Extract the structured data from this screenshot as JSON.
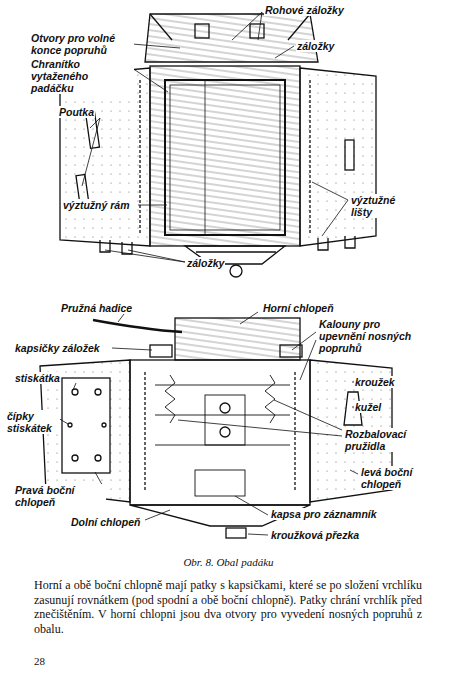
{
  "diagram": {
    "caption": "Obr. 8. Obal padáku",
    "labels": [
      "Rohové záložky",
      "Otvory pro volné konce popruhů",
      "záložky",
      "Chranítko vytaženého padáčku",
      "Poutka",
      "výztužný rám",
      "výztužné lišty",
      "záložky",
      "Pružná hadice",
      "Horní chlopeň",
      "kapsičky záložek",
      "Kalouny pro upevnění nosných popruhů",
      "kroužek",
      "stiskátka",
      "kužel",
      "čípky stiskátek",
      "Rozbalovací pružidla",
      "Pravá boční chlopeň",
      "levá boční chlopeň",
      "Dolní chlopeň",
      "kapsa pro záznamník",
      "kroužková přezka",
      "Horní a obě boční chlopně mají patky s kapsičkami, které se po složení vrchlíku zasunují rovnátkem (pod spodní a obě boční chlopně). Patky chrání vrchlík před znečištěním. V horní chlopni jsou dva otvory pro vyvedení nosných popruhů z obalu.",
      "28"
    ]
  }
}
